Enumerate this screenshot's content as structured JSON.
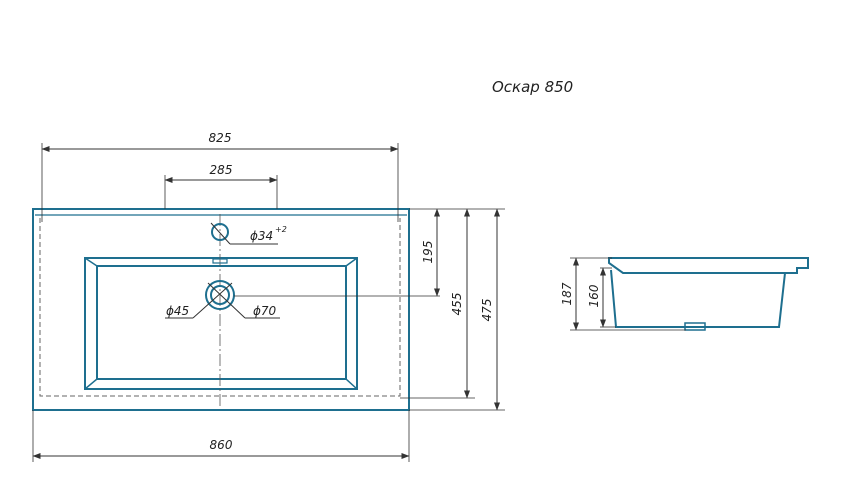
{
  "title": "Оскар 850",
  "colors": {
    "outline": "#1e6f8f",
    "dimension": "#333333",
    "background": "#ffffff"
  },
  "dimensions": {
    "overall_width": "860",
    "bowl_width": "825",
    "faucet_spacing": "285",
    "bowl_offset": "195",
    "bowl_length": "455",
    "overall_depth": "475",
    "side_height_total": "187",
    "side_height_bowl": "160"
  },
  "holes": {
    "faucet_hole": "ϕ34",
    "faucet_hole_tolerance": "+2",
    "drain_inner": "ϕ45",
    "drain_outer": "ϕ70"
  }
}
